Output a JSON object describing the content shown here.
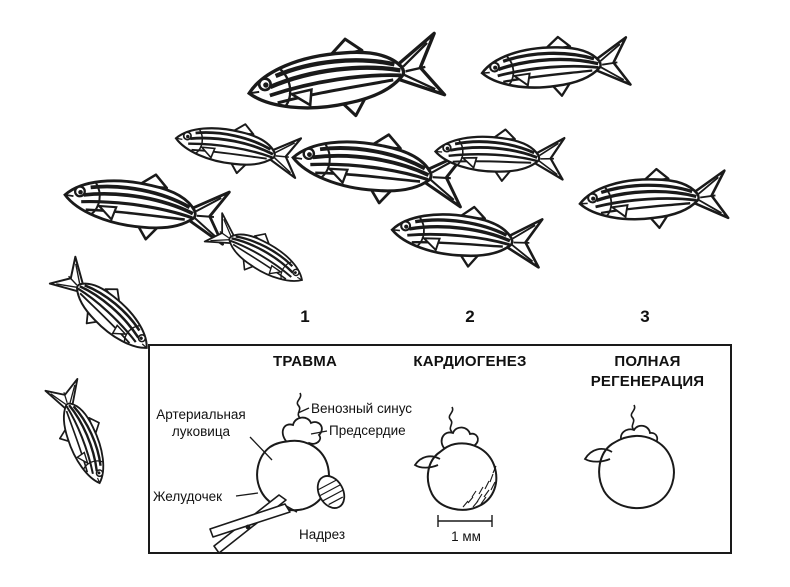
{
  "figure": {
    "stages": [
      {
        "number": "1",
        "title": "ТРАВМА"
      },
      {
        "number": "2",
        "title": "КАРДИОГЕНЕЗ"
      },
      {
        "number": "3",
        "title": "ПОЛНАЯ РЕГЕНЕРАЦИЯ"
      }
    ],
    "heart_labels": {
      "arterial_bulb": "Артериальная луковица",
      "venous_sinus": "Венозный синус",
      "atrium": "Предсердие",
      "ventricle": "Желудочек",
      "incision": "Надрез",
      "scale_bar": "1 мм"
    },
    "colors": {
      "ink": "#1a1a1a",
      "background": "#ffffff"
    }
  }
}
